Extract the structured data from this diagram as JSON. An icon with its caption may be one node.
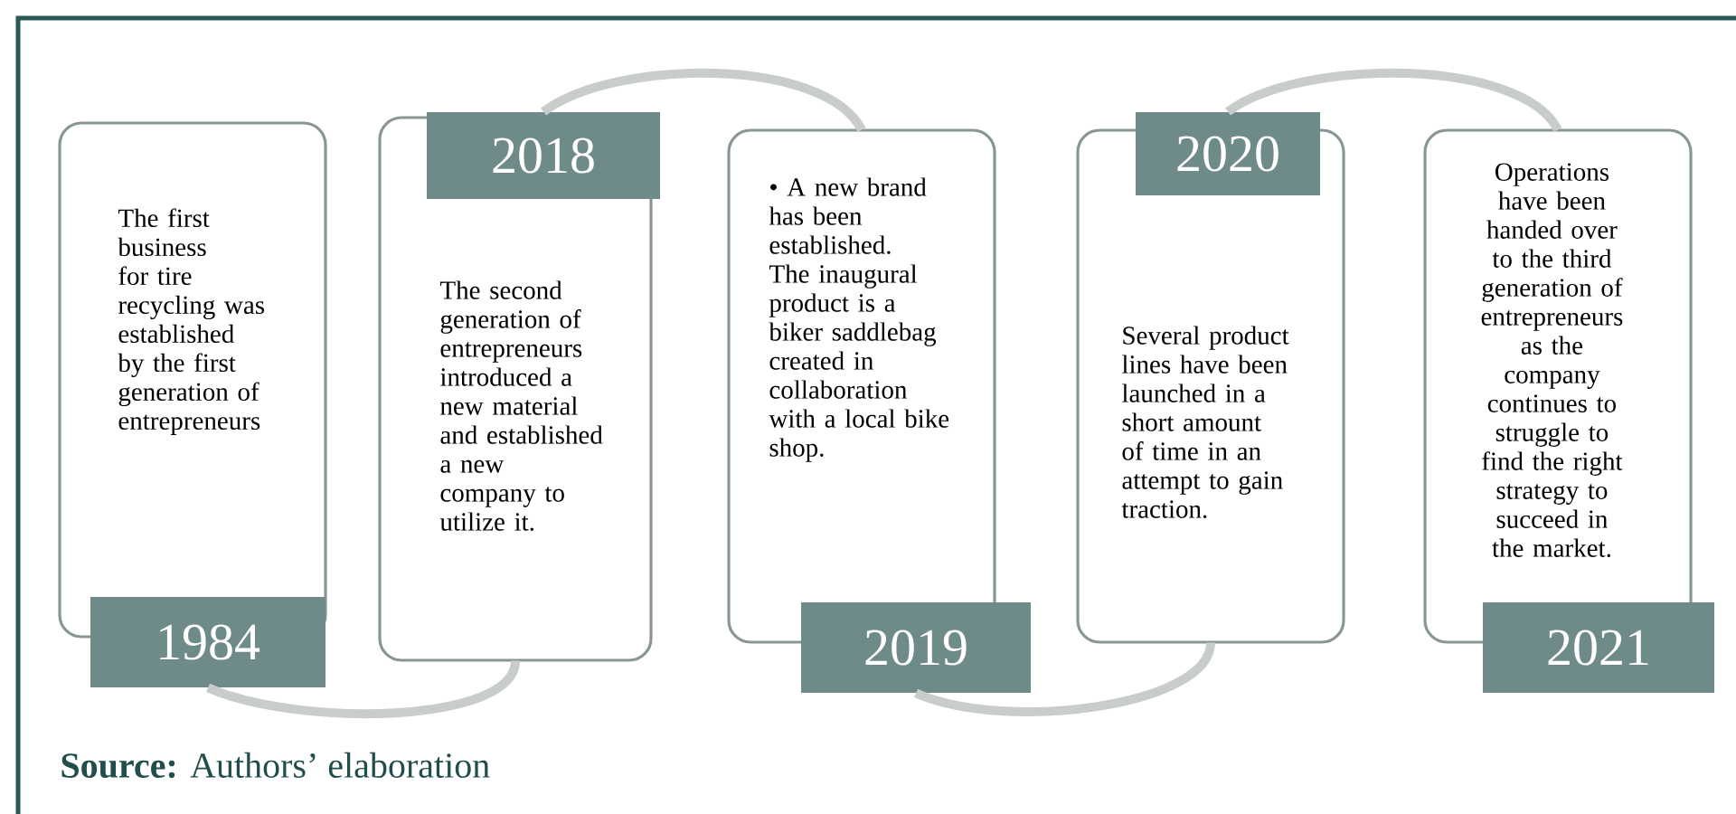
{
  "diagram": {
    "nodes": [
      {
        "text": [
          "The first business for tire recycling was established by the first generation of entrepreneurs",
          "1984"
        ]
      },
      {
        "text": [
          "2018",
          "The second generation of entrepreneurs introduced a new material and established a new company to utilize it."
        ]
      },
      {
        "text": [
          "• A new brand has been established. The inaugural product is a biker saddlebag created in collaboration with a local bike shop.",
          "2019"
        ]
      },
      {
        "text": [
          "2020",
          "Several product lines have been launched in a short amount of time in an attempt to gain traction."
        ]
      },
      {
        "text": [
          "Operations have been handed over to the third generation of entrepreneurs as the company continues to struggle to find the right strategy to succeed in the market.",
          "2021"
        ]
      }
    ],
    "edges": [
      {
        "from": 0,
        "to": 1,
        "arrow": "none"
      },
      {
        "from": 1,
        "to": 2,
        "arrow": "none"
      },
      {
        "from": 2,
        "to": 3,
        "arrow": "none"
      },
      {
        "from": 3,
        "to": 4,
        "arrow": "none"
      }
    ],
    "labels": [
      "**Source:** Authors’ elaboration"
    ]
  }
}
